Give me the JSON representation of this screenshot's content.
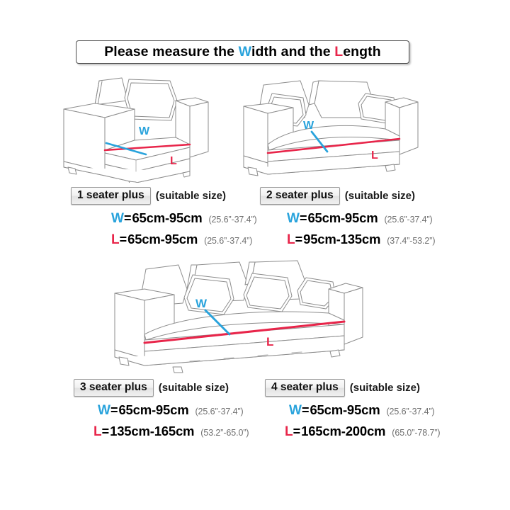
{
  "title": {
    "prefix": "Please measure the ",
    "w_letter": "W",
    "middle": "idth and the ",
    "l_letter": "L",
    "suffix": "ength"
  },
  "colors": {
    "width_blue": "#29a3dc",
    "length_red": "#e8254a",
    "line_art": "#8d8d8d",
    "background": "#ffffff"
  },
  "diagram_labels": {
    "width": "W",
    "length": "L"
  },
  "specs": [
    {
      "badge": "1 seater plus",
      "suitable": "(suitable size)",
      "width": {
        "letter": "W",
        "eq": "=",
        "value": "65cm-95cm",
        "inch": "(25.6”-37.4”)"
      },
      "length": {
        "letter": "L",
        "eq": "=",
        "value": "65cm-95cm",
        "inch": "(25.6”-37.4”)"
      }
    },
    {
      "badge": "2 seater plus",
      "suitable": "(suitable size)",
      "width": {
        "letter": "W",
        "eq": "=",
        "value": "65cm-95cm",
        "inch": "(25.6”-37.4”)"
      },
      "length": {
        "letter": "L",
        "eq": "=",
        "value": "95cm-135cm",
        "inch": "(37.4”-53.2”)"
      }
    },
    {
      "badge": "3 seater plus",
      "suitable": "(suitable size)",
      "width": {
        "letter": "W",
        "eq": "=",
        "value": "65cm-95cm",
        "inch": "(25.6”-37.4”)"
      },
      "length": {
        "letter": "L",
        "eq": "=",
        "value": "135cm-165cm",
        "inch": "(53.2”-65.0”)"
      }
    },
    {
      "badge": "4 seater plus",
      "suitable": "(suitable size)",
      "width": {
        "letter": "W",
        "eq": "=",
        "value": "65cm-95cm",
        "inch": "(25.6”-37.4”)"
      },
      "length": {
        "letter": "L",
        "eq": "=",
        "value": "165cm-200cm",
        "inch": "(65.0”-78.7”)"
      }
    }
  ]
}
